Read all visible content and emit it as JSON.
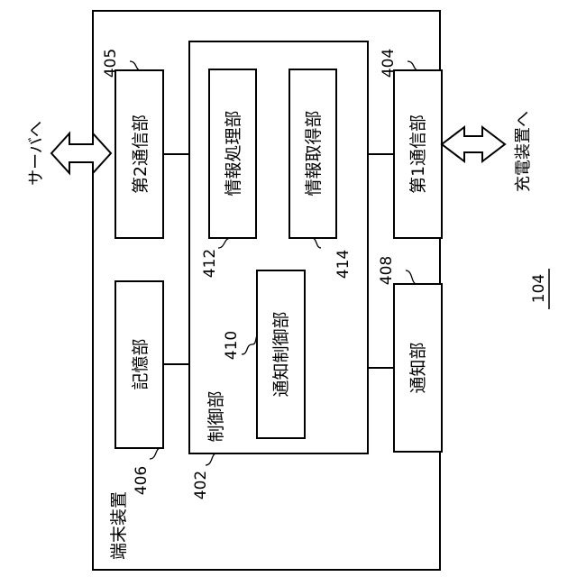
{
  "diagram": {
    "terminal_label": "端末装置",
    "terminal_ref": "104",
    "control": {
      "label": "制御部",
      "ref": "402"
    },
    "storage": {
      "label": "記憶部",
      "ref": "406"
    },
    "comm2": {
      "label": "第2通信部",
      "ref": "405"
    },
    "comm1": {
      "label": "第1通信部",
      "ref": "404"
    },
    "info_proc": {
      "label": "情報処理部",
      "ref": "412"
    },
    "info_acq": {
      "label": "情報取得部",
      "ref": "414"
    },
    "notify_ctrl": {
      "label": "通知制御部",
      "ref": "410"
    },
    "notify": {
      "label": "通知部",
      "ref": "408"
    },
    "to_server": "サーバへ",
    "to_charger": "充電装置へ"
  }
}
